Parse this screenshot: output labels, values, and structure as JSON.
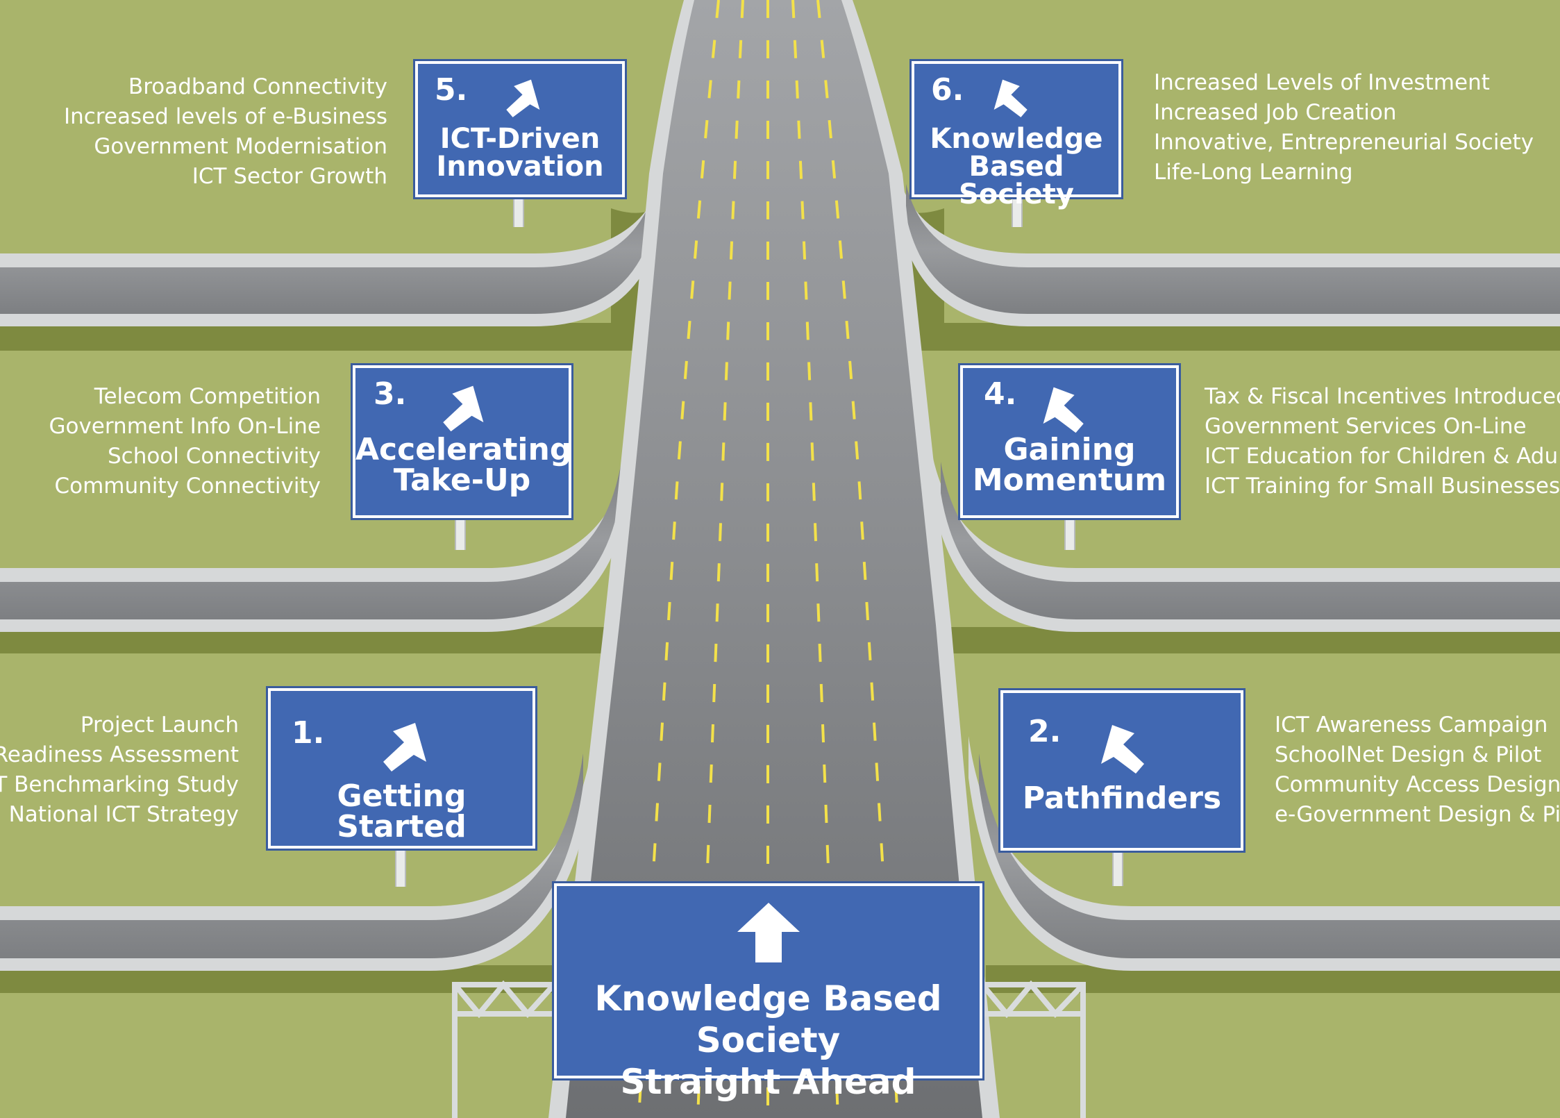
{
  "colors": {
    "grass": "#a9b46b",
    "grass_shadow": "#7e8a40",
    "road": "#8c8e91",
    "road_dark": "#6b6d70",
    "road_edge": "#d6d8d9",
    "lane_marking": "#f3e14a",
    "sign_blue": "#4168b2",
    "sign_border": "#ffffff",
    "text": "#ffffff"
  },
  "main_sign": {
    "icon": "up-arrow-icon",
    "title": "Knowledge Based Society\nStraight Ahead"
  },
  "stages": [
    {
      "number": "1.",
      "title": "Getting Started",
      "icon": "up-right-arrow-icon",
      "items": [
        "Project Launch",
        "e-Readiness Assessment",
        "ICT Benchmarking Study",
        "National ICT Strategy"
      ]
    },
    {
      "number": "2.",
      "title": "Pathfinders",
      "icon": "up-left-arrow-icon",
      "items": [
        "ICT Awareness Campaign",
        "SchoolNet Design & Pilot",
        "Community Access Design",
        "e-Government Design & Pilot"
      ]
    },
    {
      "number": "3.",
      "title": "Accelerating\nTake-Up",
      "icon": "up-right-arrow-icon",
      "items": [
        "Telecom Competition",
        "Government Info On-Line",
        "School Connectivity",
        "Community Connectivity"
      ]
    },
    {
      "number": "4.",
      "title": "Gaining\nMomentum",
      "icon": "up-left-arrow-icon",
      "items": [
        "Tax & Fiscal Incentives Introduced",
        "Government Services On-Line",
        "ICT Education for Children & Adults",
        "ICT Training for Small Businesses"
      ]
    },
    {
      "number": "5.",
      "title": "ICT-Driven\nInnovation",
      "icon": "up-right-arrow-icon",
      "items": [
        "Broadband Connectivity",
        "Increased levels of e-Business",
        "Government Modernisation",
        "ICT Sector Growth"
      ]
    },
    {
      "number": "6.",
      "title": "Knowledge\nBased Society",
      "icon": "up-left-arrow-icon",
      "items": [
        "Increased Levels of Investment",
        "Increased Job Creation",
        "Innovative, Entrepreneurial Society",
        "Life-Long Learning"
      ]
    }
  ]
}
